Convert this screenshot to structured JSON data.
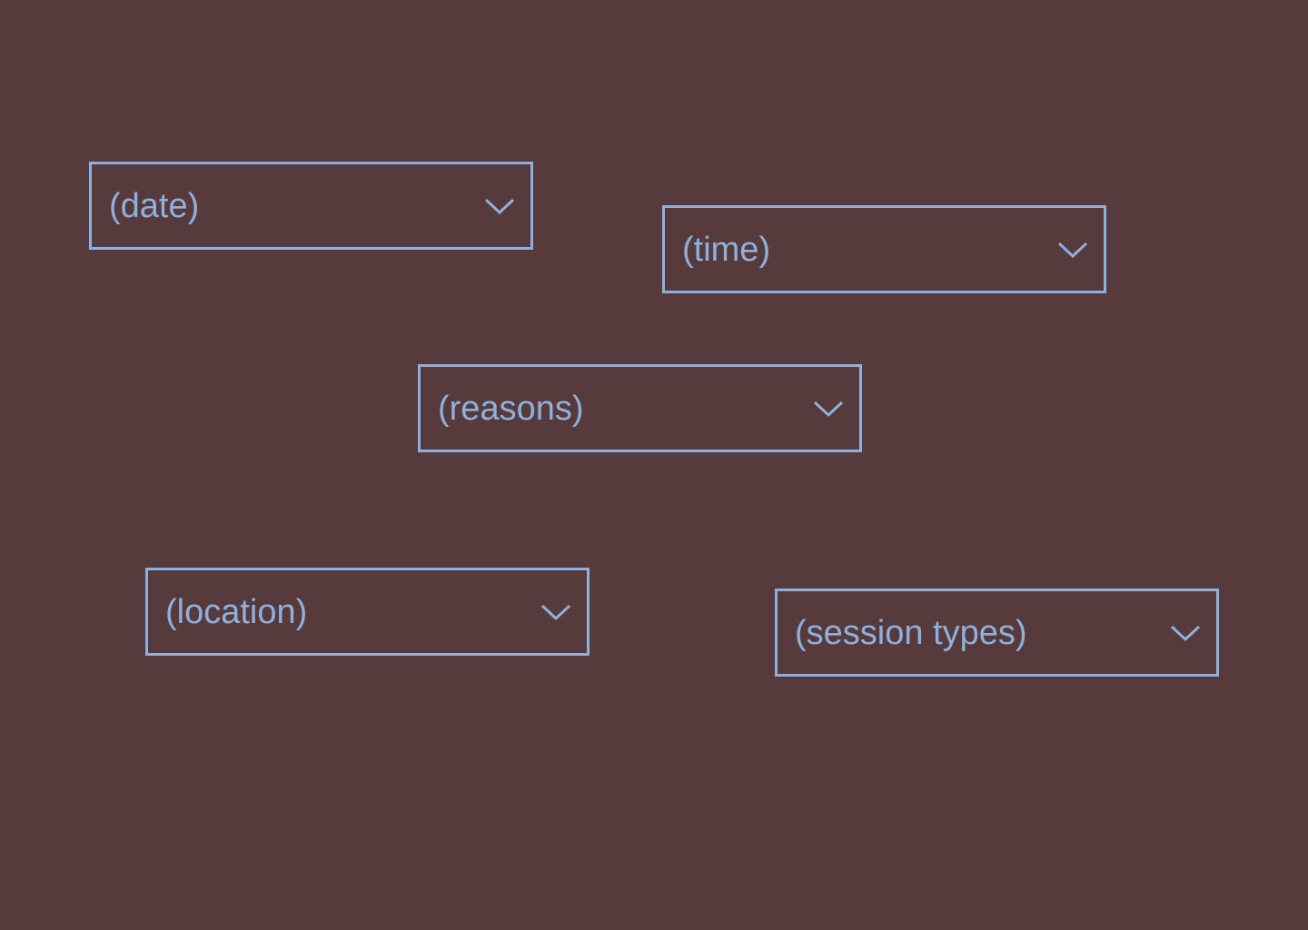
{
  "theme": {
    "background": "#573b3c",
    "accent": "#8eb0dd"
  },
  "dropdowns": [
    {
      "value": "(date)",
      "icon": "chevron-down-icon"
    },
    {
      "value": "(time)",
      "icon": "chevron-down-icon"
    },
    {
      "value": "(reasons)",
      "icon": "chevron-down-icon"
    },
    {
      "value": "(location)",
      "icon": "chevron-down-icon"
    },
    {
      "value": "(session types)",
      "icon": "chevron-down-icon"
    }
  ]
}
